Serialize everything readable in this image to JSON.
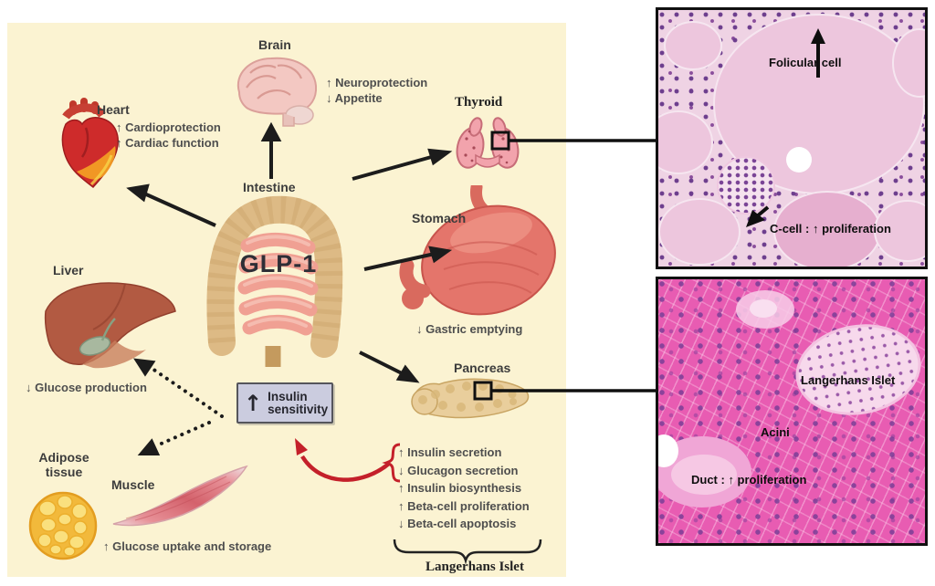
{
  "diagram": {
    "hormone": "GLP-1",
    "source_label": "Intestine",
    "organs": {
      "brain": {
        "label": "Brain",
        "effects": [
          "↑ Neuroprotection",
          "↓ Appetite"
        ]
      },
      "heart": {
        "label": "Heart",
        "effects": [
          "↑ Cardioprotection",
          "↑ Cardiac function"
        ]
      },
      "thyroid": {
        "label": "Thyroid"
      },
      "stomach": {
        "label": "Stomach",
        "effects": [
          "↓ Gastric emptying"
        ]
      },
      "liver": {
        "label": "Liver",
        "effects": [
          "↓ Glucose production"
        ]
      },
      "pancreas": {
        "label": "Pancreas",
        "effects": [
          "↑ Insulin secretion",
          "↓ Glucagon secretion",
          "↑ Insulin biosynthesis",
          "↑ Beta-cell proliferation",
          "↓ Beta-cell apoptosis"
        ],
        "brace_label": "Langerhans Islet"
      },
      "adipose": {
        "label": "Adipose tissue"
      },
      "muscle": {
        "label": "Muscle",
        "effects": [
          "↑ Glucose uptake and storage"
        ]
      }
    },
    "insulin_box": {
      "arrow": "↑",
      "label": "Insulin sensitivity"
    }
  },
  "histology": {
    "thyroid_panel": {
      "follicular_label": "Folicular cell",
      "c_cell_label": "C-cell : ↑ proliferation"
    },
    "pancreas_panel": {
      "islet_label": "Langerhans Islet",
      "acini_label": "Acini",
      "duct_label": "Duct : ↑ proliferation"
    }
  },
  "colors": {
    "panel_bg": "#FBF3D2",
    "red_arrow": "#C4202A",
    "insulin_box_bg": "#CBCCDF",
    "histology_thyroid_bg": "#EFD3E4",
    "histology_pancreas_bg": "#E85CB2"
  }
}
